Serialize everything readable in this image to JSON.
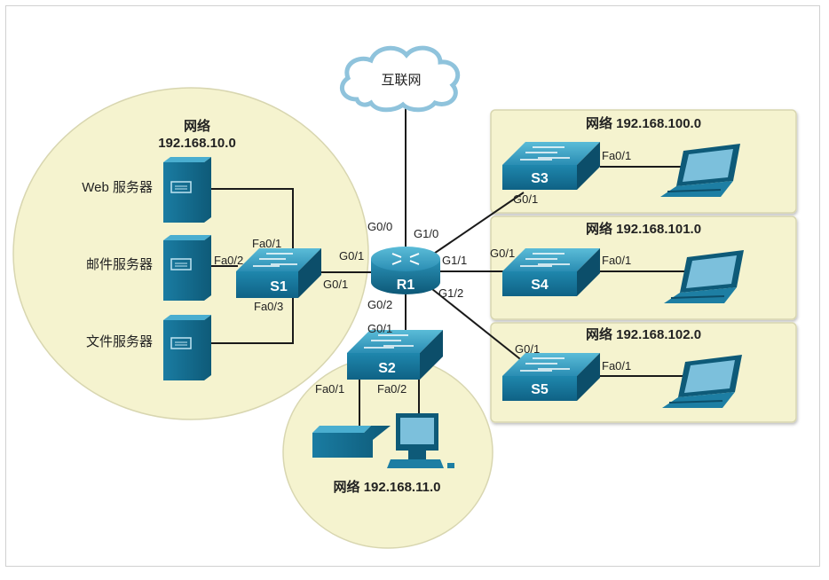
{
  "colors": {
    "zone_fill": "#f5f3cf",
    "zone_stroke": "#d8d6b0",
    "device_dark": "#0e5a78",
    "device_mid": "#1d7ea3",
    "device_light": "#3da6c8",
    "link": "#1a1a1a",
    "text": "#222222"
  },
  "cloud": {
    "label": "互联网"
  },
  "networks": {
    "n10": {
      "line1": "网络",
      "line2": "192.168.10.0"
    },
    "n11": {
      "label": "网络 192.168.11.0"
    },
    "n100": {
      "label": "网络 192.168.100.0"
    },
    "n101": {
      "label": "网络 192.168.101.0"
    },
    "n102": {
      "label": "网络 192.168.102.0"
    }
  },
  "servers": {
    "web": "Web 服务器",
    "mail": "邮件服务器",
    "file": "文件服务器"
  },
  "devices": {
    "r1": "R1",
    "s1": "S1",
    "s2": "S2",
    "s3": "S3",
    "s4": "S4",
    "s5": "S5"
  },
  "ports": {
    "r1_g00": "G0/0",
    "r1_g01": "G0/1",
    "r1_g02": "G0/2",
    "r1_g10": "G1/0",
    "r1_g11": "G1/1",
    "r1_g12": "G1/2",
    "s1_fa01": "Fa0/1",
    "s1_fa02": "Fa0/2",
    "s1_fa03": "Fa0/3",
    "s1_g01": "G0/1",
    "s2_g01": "G0/1",
    "s2_fa01": "Fa0/1",
    "s2_fa02": "Fa0/2",
    "s3_fa01": "Fa0/1",
    "s3_g01": "G0/1",
    "s4_g01": "G0/1",
    "s4_fa01": "Fa0/1",
    "s5_g01": "G0/1",
    "s5_fa01": "Fa0/1"
  }
}
